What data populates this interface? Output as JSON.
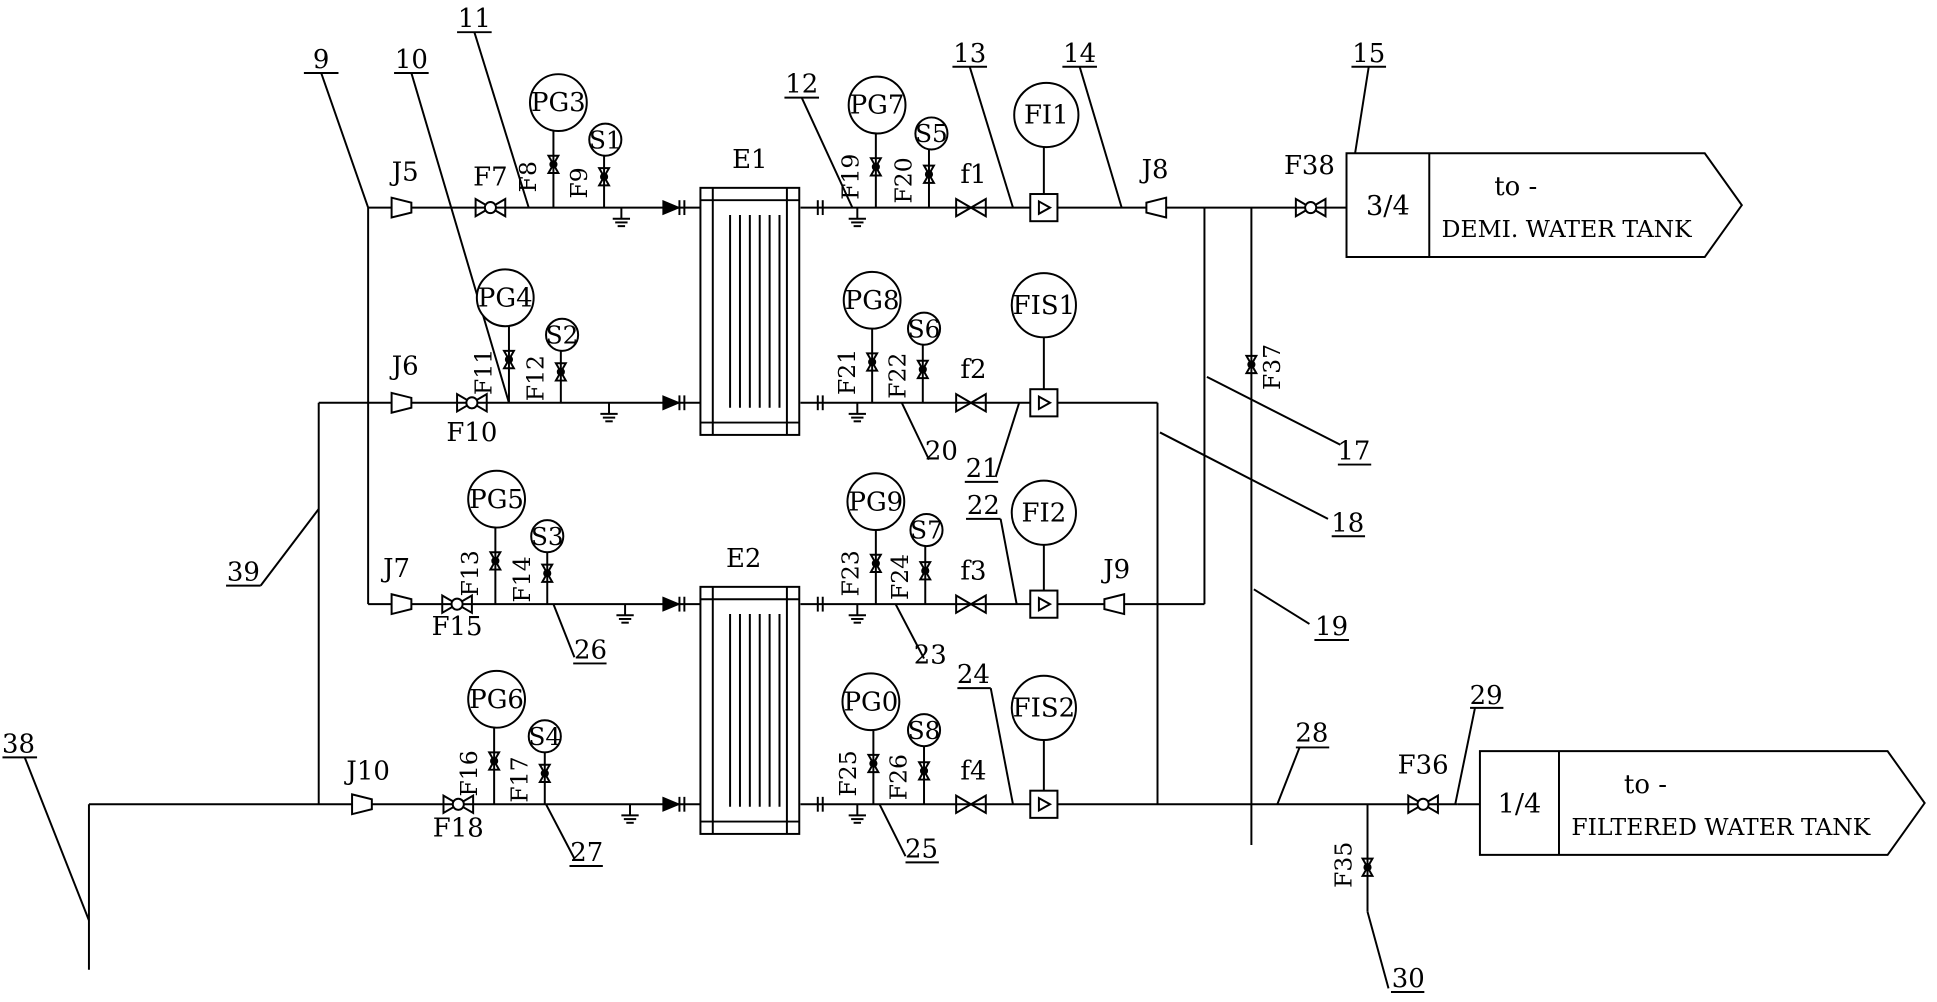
{
  "tanks": {
    "demi": {
      "fraction": "3/4",
      "to": "to -",
      "name": "DEMI. WATER TANK"
    },
    "filtered": {
      "fraction": "1/4",
      "to": "to -",
      "name": "FILTERED WATER TANK"
    }
  },
  "exchangers": {
    "e1": "E1",
    "e2": "E2"
  },
  "gauges": {
    "pg3": "PG3",
    "pg4": "PG4",
    "pg5": "PG5",
    "pg6": "PG6",
    "pg7": "PG7",
    "pg8": "PG8",
    "pg9": "PG9",
    "pg0": "PG0"
  },
  "sensors": {
    "s1": "S1",
    "s2": "S2",
    "s3": "S3",
    "s4": "S4",
    "s5": "S5",
    "s6": "S6",
    "s7": "S7",
    "s8": "S8"
  },
  "flow_indicators": {
    "fi1": "FI1",
    "fis1": "FIS1",
    "fi2": "FI2",
    "fis2": "FIS2"
  },
  "joints": {
    "j5": "J5",
    "j6": "J6",
    "j7": "J7",
    "j8": "J8",
    "j9": "J9",
    "j10": "J10"
  },
  "filters": {
    "f1": "f1",
    "f2": "f2",
    "f3": "f3",
    "f4": "f4"
  },
  "valves": {
    "f7": "F7",
    "f8": "F8",
    "f9": "F9",
    "f10": "F10",
    "f11": "F11",
    "f12": "F12",
    "f13": "F13",
    "f14": "F14",
    "f15": "F15",
    "f16": "F16",
    "f17": "F17",
    "f18": "F18",
    "f19": "F19",
    "f20": "F20",
    "f21": "F21",
    "f22": "F22",
    "f23": "F23",
    "f24": "F24",
    "f25": "F25",
    "f26": "F26",
    "f35": "F35",
    "f36": "F36",
    "f37": "F37",
    "f38": "F38"
  },
  "callouts": {
    "n9": "9",
    "n10": "10",
    "n11": "11",
    "n12": "12",
    "n13": "13",
    "n14": "14",
    "n15": "15",
    "n17": "17",
    "n18": "18",
    "n19": "19",
    "n20": "20",
    "n21": "21",
    "n22": "22",
    "n23": "23",
    "n24": "24",
    "n25": "25",
    "n26": "26",
    "n27": "27",
    "n28": "28",
    "n29": "29",
    "n30": "30",
    "n38": "38",
    "n39": "39"
  }
}
